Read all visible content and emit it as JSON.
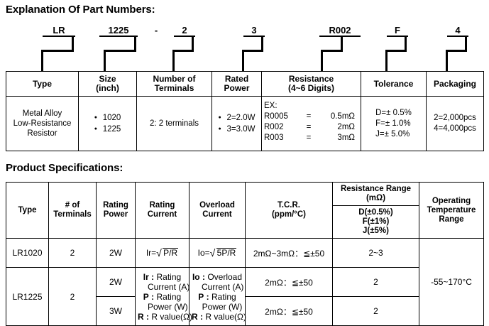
{
  "sections": {
    "part_numbers_title": "Explanation Of Part Numbers:",
    "product_specs_title": "Product Specifications:"
  },
  "part_number_example": {
    "tokens": [
      "LR",
      "1225",
      "-",
      "2",
      "3",
      "R002",
      "F",
      "4"
    ],
    "full": "LR1225-23R002F4"
  },
  "part_number_table": {
    "headers": [
      "Type",
      "Size\n(inch)",
      "Number of\nTerminals",
      "Rated\nPower",
      "Resistance\n(4~6 Digits)",
      "Tolerance",
      "Packaging"
    ],
    "header_lines": {
      "type": "Type",
      "size_l1": "Size",
      "size_l2": "(inch)",
      "terminals_l1": "Number of",
      "terminals_l2": "Terminals",
      "power_l1": "Rated",
      "power_l2": "Power",
      "resistance_l1": "Resistance",
      "resistance_l2": "(4~6 Digits)",
      "tolerance": "Tolerance",
      "packaging": "Packaging"
    },
    "cells": {
      "type": "Metal Alloy\nLow-Resistance\nResistor",
      "type_l1": "Metal Alloy",
      "type_l2": "Low-Resistance",
      "type_l3": "Resistor",
      "size_options": [
        "1020",
        "1225"
      ],
      "terminals": "2: 2 terminals",
      "power_options": [
        "2=2.0W",
        "3=3.0W"
      ],
      "resistance_ex_label": "EX:",
      "resistance_examples": [
        {
          "code": "R0005",
          "eq": "=",
          "value": "0.5mΩ"
        },
        {
          "code": "R002",
          "eq": "=",
          "value": "2mΩ"
        },
        {
          "code": "R003",
          "eq": "=",
          "value": "3mΩ"
        }
      ],
      "tolerance_options": [
        "D=± 0.5%",
        "F=± 1.0%",
        "J=± 5.0%"
      ],
      "packaging_options": [
        "2=2,000pcs",
        "4=4,000pcs"
      ]
    }
  },
  "spec_table": {
    "headers": {
      "type": "Type",
      "terminals_l1": "# of",
      "terminals_l2": "Terminals",
      "rating_power_l1": "Rating",
      "rating_power_l2": "Power",
      "rating_current_l1": "Rating",
      "rating_current_l2": "Current",
      "overload_current_l1": "Overload",
      "overload_current_l2": "Current",
      "tcr_l1": "T.C.R.",
      "tcr_l2": "(ppm/°C)",
      "resistance_range_l1": "Resistance Range",
      "resistance_range_l2": "(mΩ)",
      "resistance_range_tol1": "D(±0.5%)",
      "resistance_range_tol2": "F(±1%)",
      "resistance_range_tol3": "J(±5%)",
      "op_temp_l1": "Operating",
      "op_temp_l2": "Temperature",
      "op_temp_l3": "Range"
    },
    "formulas": {
      "rating_current_lhs": "Ir=",
      "rating_current_radicand": "P/R",
      "overload_current_lhs": "Io=",
      "overload_current_radicand": "5P/R"
    },
    "legend_rating": [
      {
        "sym": "Ir",
        "sep": ":",
        "l1": "Rating",
        "l2": "Current (A)"
      },
      {
        "sym": "P",
        "sep": ":",
        "l1": "Rating",
        "l2": "Power (W)"
      },
      {
        "sym": "R",
        "sep": ":",
        "l1": "R value(Ω)",
        "l2": ""
      }
    ],
    "legend_overload": [
      {
        "sym": "Io",
        "sep": ":",
        "l1": "Overload",
        "l2": "Current (A)"
      },
      {
        "sym": "P",
        "sep": ":",
        "l1": "Rating",
        "l2": "Power (W)"
      },
      {
        "sym": "R",
        "sep": ":",
        "l1": "R value(Ω)",
        "l2": ""
      }
    ],
    "rows": [
      {
        "type": "LR1020",
        "terminals": "2",
        "rating_power": "2W",
        "tcr": "2mΩ~3mΩ：≦±50",
        "resistance_range": "2~3"
      },
      {
        "type": "LR1225",
        "terminals": "2",
        "rating_power": "2W",
        "tcr": "2mΩ：≦±50",
        "resistance_range": "2"
      },
      {
        "type": "",
        "terminals": "",
        "rating_power": "3W",
        "tcr": "2mΩ：≦±50",
        "resistance_range": "2"
      }
    ],
    "operating_temperature": "-55~170°C"
  }
}
